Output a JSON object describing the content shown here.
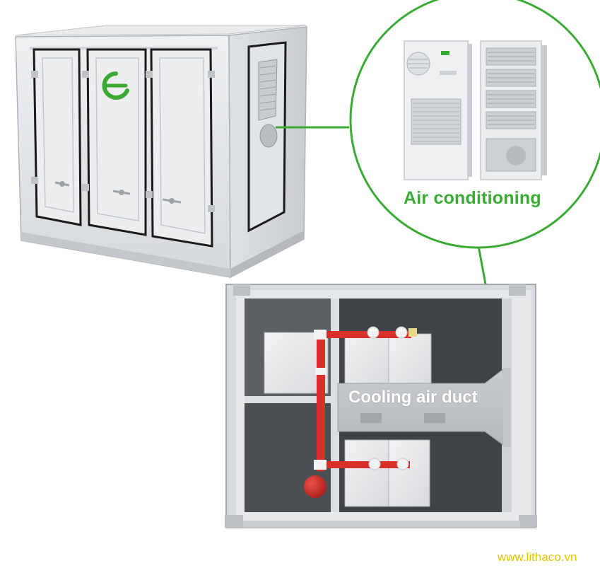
{
  "callouts": {
    "air_conditioning": "Air conditioning",
    "cooling_air_duct": "Cooling air duct"
  },
  "watermark": "www.lithaco.vn",
  "colors": {
    "accent_green": "#3aaa35",
    "pipe_red": "#d9302b",
    "watermark_yellow": "#e3c400",
    "container_grey": "#e6e8ea"
  },
  "icons": {
    "brand_logo": "e-letter-logo"
  }
}
